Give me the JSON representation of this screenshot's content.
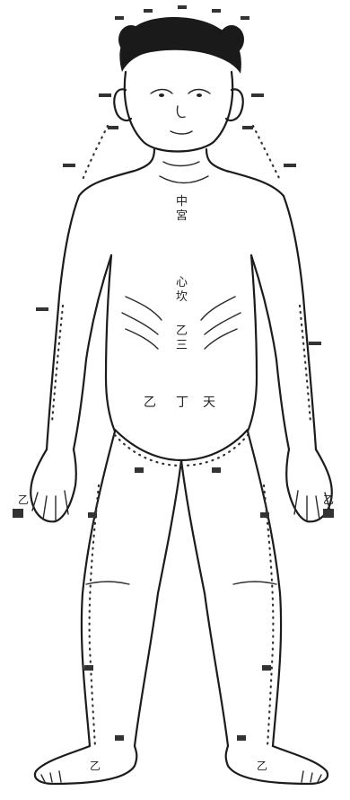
{
  "figure": {
    "subject": "front-view child body with acupoint markings",
    "ink_color": "#1c1c1c",
    "paper_color": "#ffffff"
  },
  "labels": {
    "chest_center": "中",
    "chest_center_2": "宮",
    "abdomen_upper": "心",
    "abdomen_upper_2": "坎",
    "abdomen_mid": "乙",
    "abdomen_mid_2": "三",
    "belly_left": "乙",
    "belly_center": "丁",
    "belly_right": "天",
    "hand_left": "乙",
    "hand_right": "乙",
    "foot_left": "乙",
    "foot_right": "乙"
  }
}
